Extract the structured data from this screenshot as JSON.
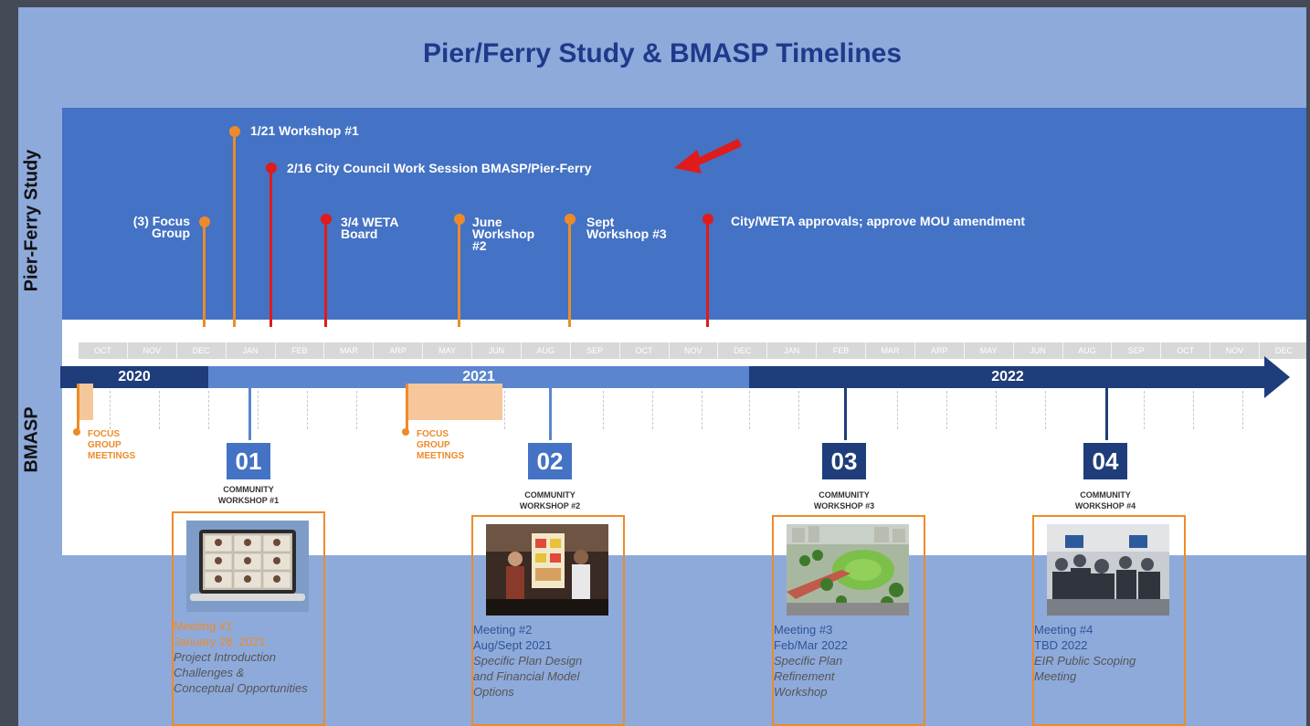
{
  "title": "Pier/Ferry Study & BMASP Timelines",
  "section_labels": {
    "pier_ferry": "Pier-Ferry Study",
    "bmasp": "BMASP"
  },
  "pier_ferry_events": [
    {
      "id": "focus-group",
      "lines": [
        "(3) Focus",
        "Group"
      ],
      "color": "orange"
    },
    {
      "id": "workshop-1",
      "lines": [
        "1/21 Workshop #1"
      ],
      "color": "orange"
    },
    {
      "id": "council",
      "lines": [
        "2/16 City Council Work Session BMASP/Pier-Ferry"
      ],
      "color": "red"
    },
    {
      "id": "weta-board",
      "lines": [
        "3/4 WETA",
        "Board"
      ],
      "color": "red"
    },
    {
      "id": "june-workshop",
      "lines": [
        "June",
        "Workshop",
        "#2"
      ],
      "color": "orange"
    },
    {
      "id": "sept-workshop",
      "lines": [
        "Sept",
        "Workshop #3"
      ],
      "color": "orange"
    },
    {
      "id": "approvals",
      "lines": [
        "City/WETA approvals; approve MOU amendment"
      ],
      "color": "red"
    }
  ],
  "months": [
    "OCT",
    "NOV",
    "DEC",
    "JAN",
    "FEB",
    "MAR",
    "ARP",
    "MAY",
    "JUN",
    "AUG",
    "SEP",
    "OCT",
    "NOV",
    "DEC",
    "JAN",
    "FEB",
    "MAR",
    "ARP",
    "MAY",
    "JUN",
    "AUG",
    "SEP",
    "OCT",
    "NOV",
    "DEC"
  ],
  "years": [
    "2020",
    "2021",
    "2022"
  ],
  "focus_group_label": [
    "FOCUS",
    "GROUP",
    "MEETINGS"
  ],
  "workshops": [
    {
      "num": "01",
      "label": [
        "COMMUNITY",
        "WORKSHOP #1"
      ],
      "color": "#4472c4",
      "meeting": "Meeting #1",
      "date": "January 28, 2021",
      "desc": [
        "Project Introduction",
        "Challenges &",
        "Conceptual Opportunities"
      ]
    },
    {
      "num": "02",
      "label": [
        "COMMUNITY",
        "WORKSHOP #2"
      ],
      "color": "#4472c4",
      "meeting": "Meeting #2",
      "date": "Aug/Sept 2021",
      "desc": [
        "Specific Plan Design",
        "and Financial Model",
        "Options"
      ]
    },
    {
      "num": "03",
      "label": [
        "COMMUNITY",
        "WORKSHOP #3"
      ],
      "color": "#1f3d7a",
      "meeting": "Meeting #3",
      "date": "Feb/Mar 2022",
      "desc": [
        "Specific Plan",
        "Refinement",
        "Workshop"
      ]
    },
    {
      "num": "04",
      "label": [
        "COMMUNITY",
        "WORKSHOP #4"
      ],
      "color": "#1f3d7a",
      "meeting": "Meeting #4",
      "date": "TBD 2022",
      "desc": [
        "EIR Public Scoping",
        "Meeting"
      ]
    }
  ],
  "colors": {
    "orange": "#ed8b2a",
    "red": "#e01b1b",
    "band_blue": "#4472c4",
    "title_blue": "#1f3a8a"
  }
}
